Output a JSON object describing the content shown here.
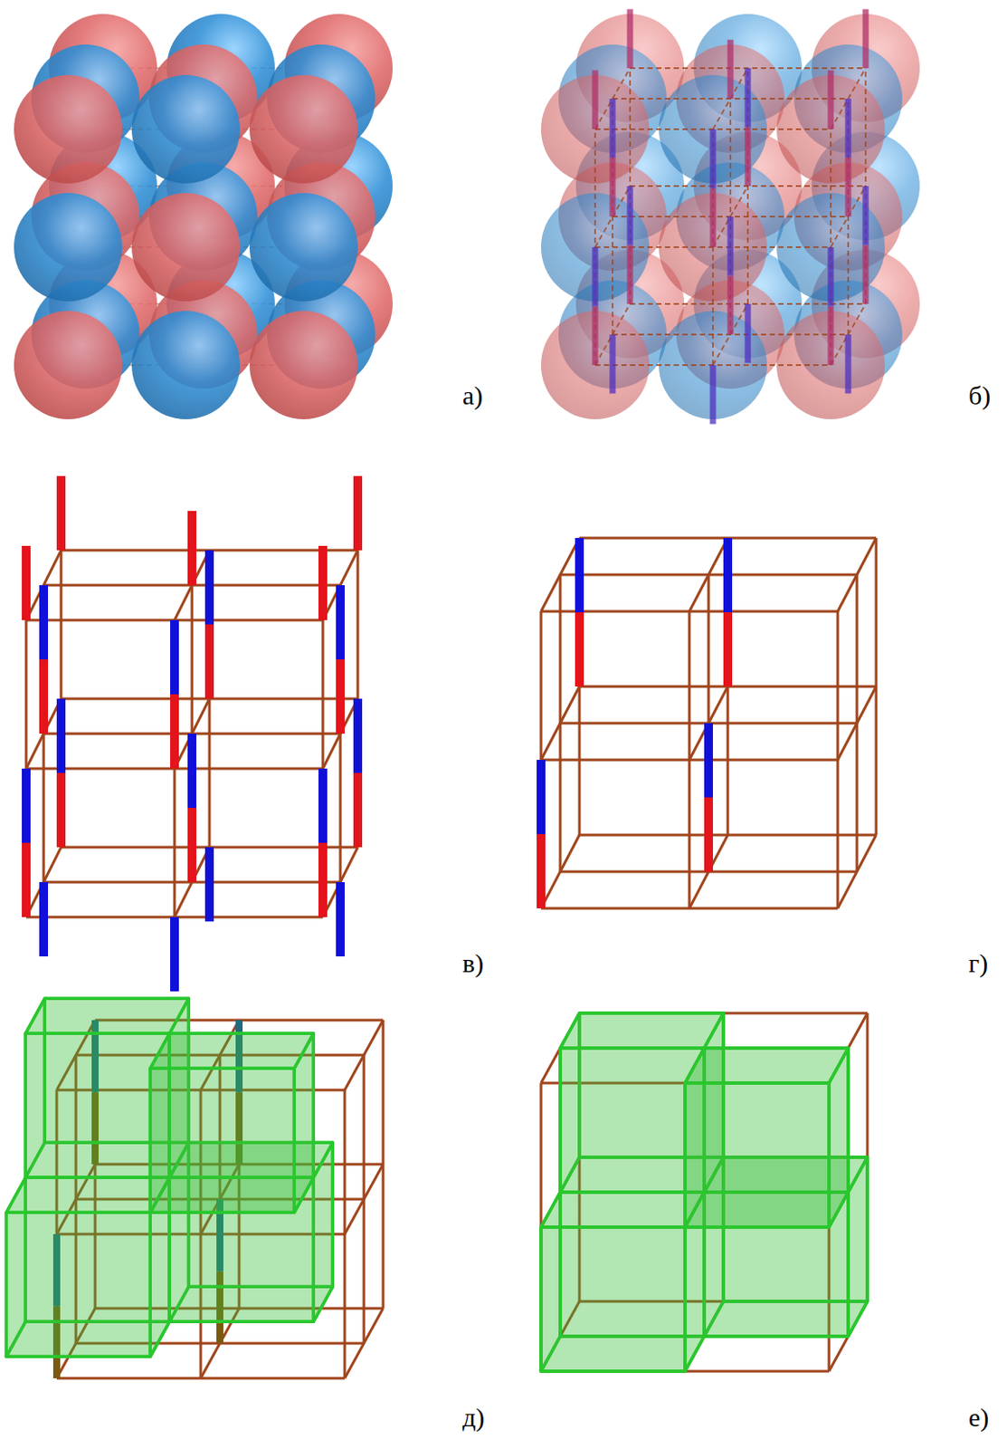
{
  "diagram": {
    "labels": [
      "а)",
      "б)",
      "в)",
      "г)",
      "д)",
      "е)"
    ]
  }
}
